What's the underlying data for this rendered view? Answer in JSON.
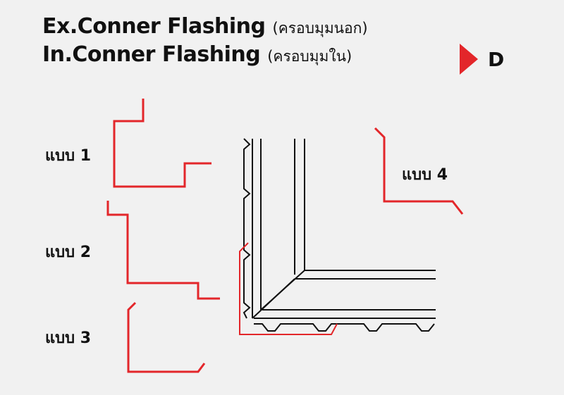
{
  "header": {
    "ex_title": "Ex.Conner Flashing",
    "ex_thai": "(ครอบมุมนอก)",
    "in_title": "In.Conner Flashing",
    "in_thai": "(ครอบมุมใน)"
  },
  "marker": {
    "letter": "D"
  },
  "types": [
    {
      "label": "แบบ 1"
    },
    {
      "label": "แบบ 2"
    },
    {
      "label": "แบบ 3"
    },
    {
      "label": "แบบ 4"
    }
  ],
  "colors": {
    "flashing_red": "#e3262a",
    "line_black": "#111111",
    "background": "#f1f1f1"
  },
  "icons": {
    "marker": "red-triangle-icon"
  }
}
